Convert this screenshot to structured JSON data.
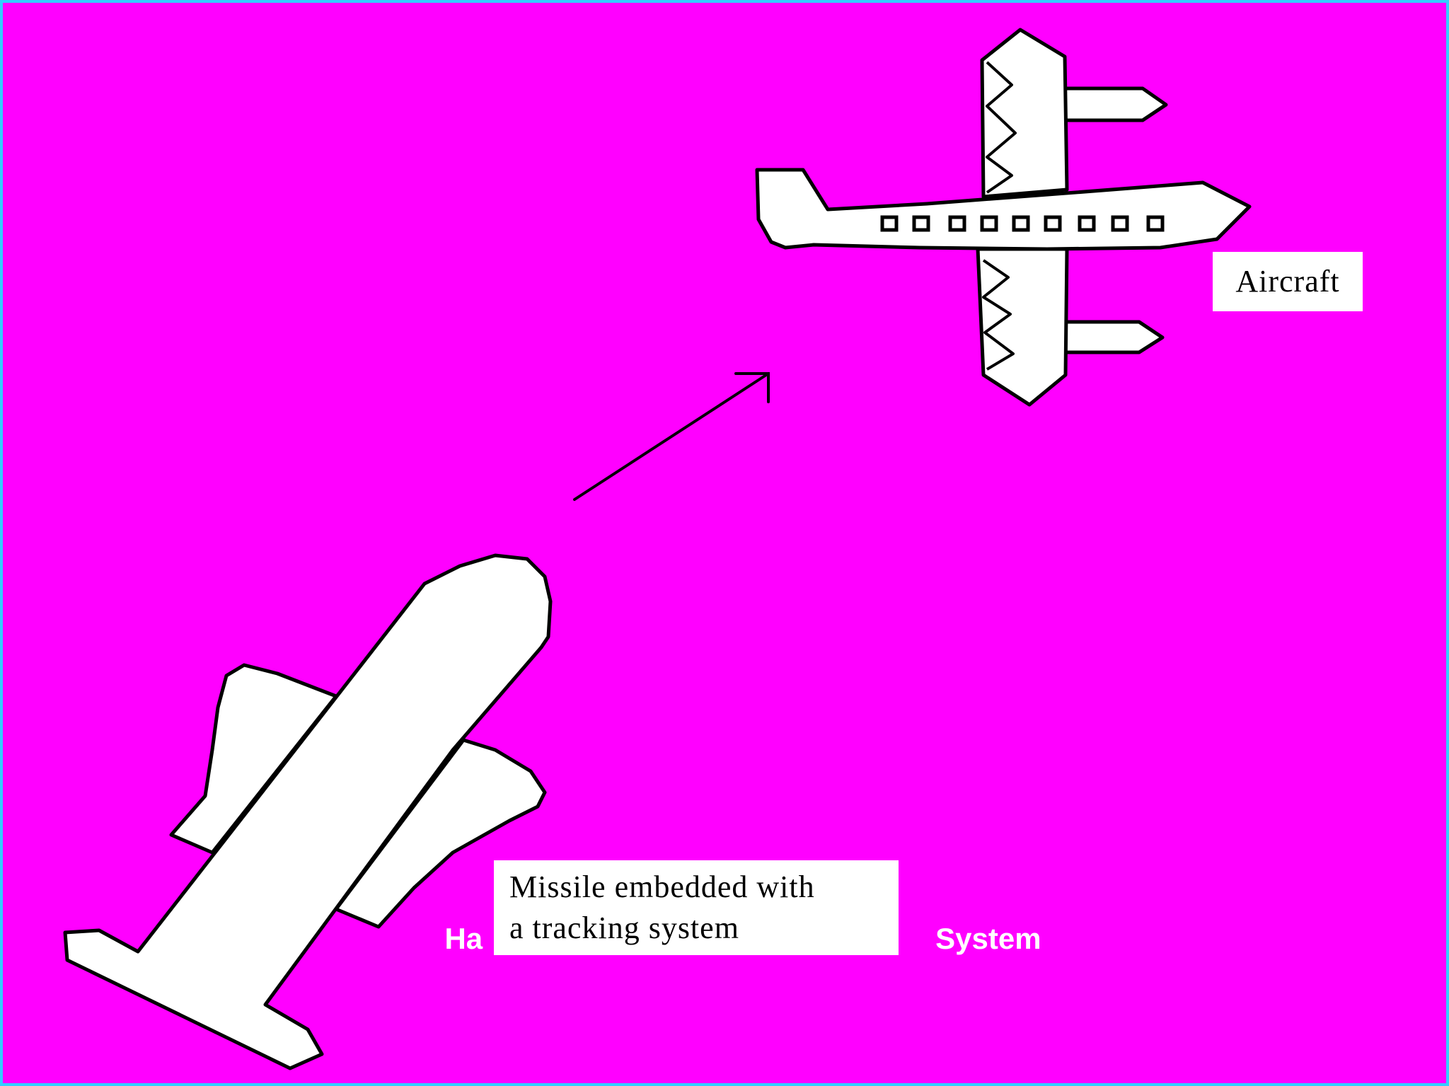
{
  "colors": {
    "background": "#ff00ff",
    "border": "#33ccff",
    "shape_fill": "#ffffff",
    "outline": "#000000"
  },
  "labels": {
    "aircraft": "Aircraft",
    "missile_line1": "Missile embedded with",
    "missile_line2": "a tracking system"
  },
  "caption": {
    "left": "Ha",
    "right": "System"
  },
  "icons": [
    "aircraft-icon",
    "missile-icon",
    "tracking-arrow-icon"
  ]
}
